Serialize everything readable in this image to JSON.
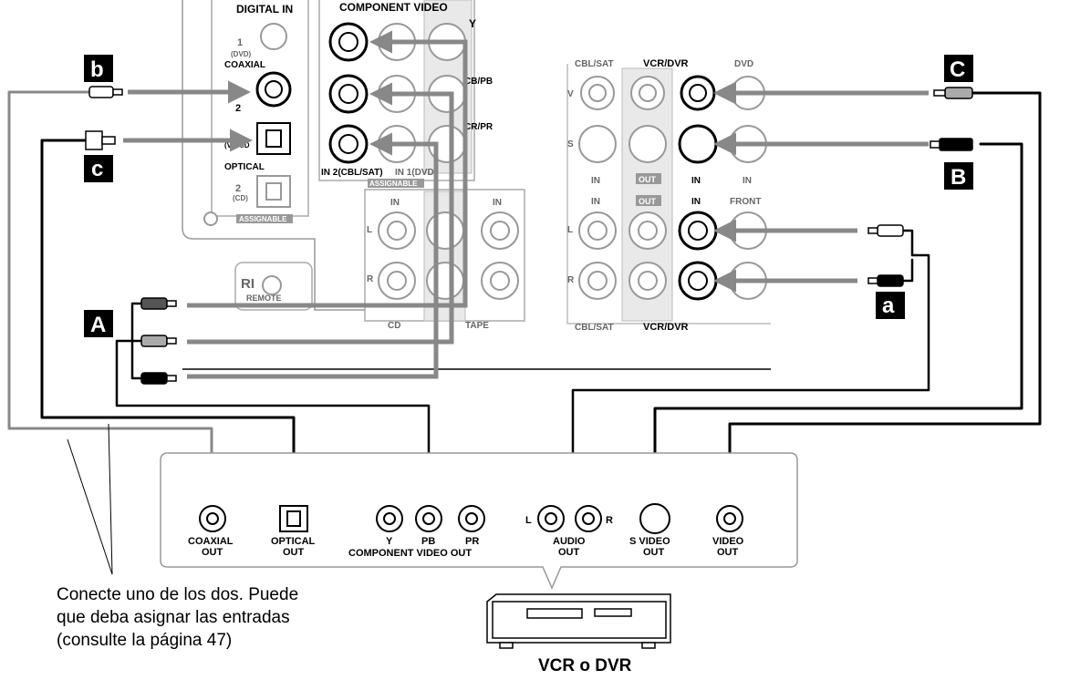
{
  "receiver": {
    "digital_in_title": "DIGITAL IN",
    "component_video_title": "COMPONENT VIDEO",
    "y_label": "Y",
    "cb_label": "CB/PB",
    "cr_label": "CR/PR",
    "coax1_label": "1",
    "coax1_sub": "(DVD)",
    "coaxial_label": "COAXIAL",
    "coax2_label": "2",
    "optical1_sub": "(VCR/D",
    "optical_label": "OPTICAL",
    "optical2_label": "2",
    "optical2_sub": "(CD)",
    "assignable_label": "ASSIGNABLE",
    "assignable2_label": "ASSIGNABLE",
    "in2_label": "IN 2(CBL/SAT)",
    "in1_label": "IN 1(DVD)",
    "remote_label": "REMOTE",
    "in_label": "IN",
    "out_label": "OUT",
    "l_label": "L",
    "r_label": "R",
    "cd_label": "CD",
    "tape_label": "TAPE",
    "cbl_sat_label": "CBL/SAT",
    "vcr_dvr_label": "VCR/DVR",
    "dvd_label": "DVD",
    "v_label": "V",
    "s_label": "S",
    "front_label": "FRONT"
  },
  "callouts": {
    "a_upper": "A",
    "b_upper": "B",
    "c_upper": "C",
    "a_lower": "a",
    "b_lower": "b",
    "c_lower": "c"
  },
  "device": {
    "coaxial_out": [
      "COAXIAL",
      "OUT"
    ],
    "optical_out": [
      "OPTICAL",
      "OUT"
    ],
    "y": "Y",
    "pb": "PB",
    "pr": "PR",
    "component_video_out": "COMPONENT VIDEO OUT",
    "audio_out": [
      "AUDIO",
      "OUT"
    ],
    "l": "L",
    "r": "R",
    "s_video_out": [
      "S VIDEO",
      "OUT"
    ],
    "video_out": [
      "VIDEO",
      "OUT"
    ],
    "name": "VCR o DVR"
  },
  "note_lines": [
    "Conecte uno de los dos. Puede",
    "que deba asignar las entradas",
    "(consulte la página 47)"
  ]
}
